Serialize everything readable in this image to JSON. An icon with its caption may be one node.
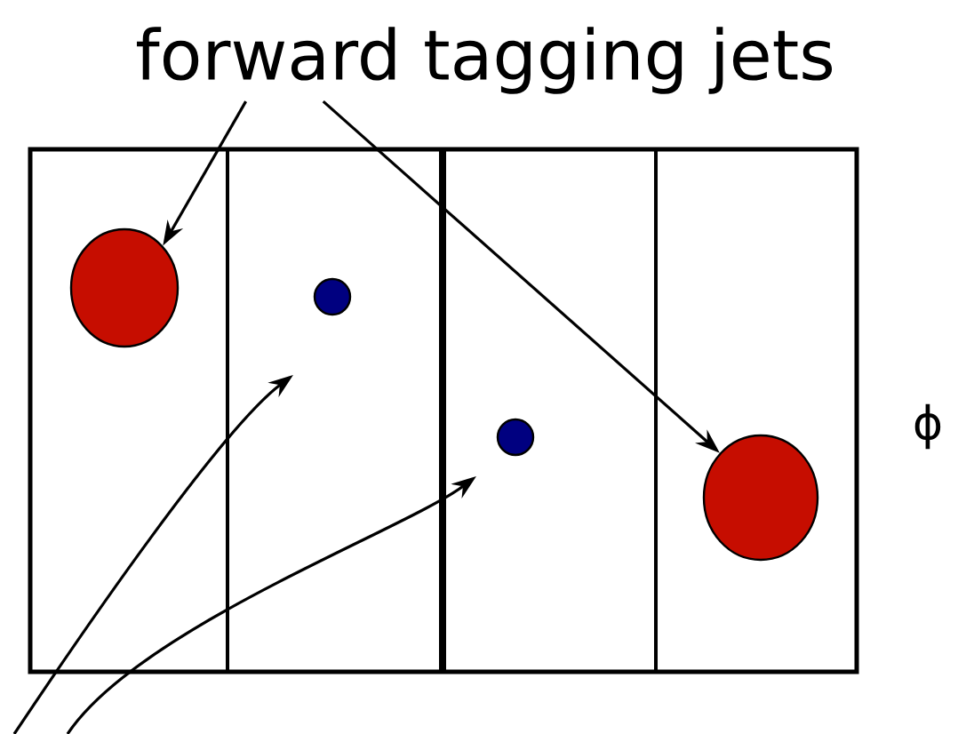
{
  "diagram": {
    "nodes": [
      {
        "text": [
          "forward tagging jets"
        ]
      },
      {
        "text": [],
        "shape": "circle"
      },
      {
        "text": [],
        "shape": "circle"
      },
      {
        "text": [],
        "shape": "circle"
      },
      {
        "text": [],
        "shape": "circle"
      }
    ],
    "edges": [
      {
        "from": 0,
        "to": 1,
        "arrow": "to"
      },
      {
        "from": 0,
        "to": 4,
        "arrow": "to"
      },
      {
        "from": null,
        "to": 2,
        "arrow": "to"
      },
      {
        "from": null,
        "to": 3,
        "arrow": "to"
      }
    ],
    "labels": [
      "ϕ"
    ]
  }
}
